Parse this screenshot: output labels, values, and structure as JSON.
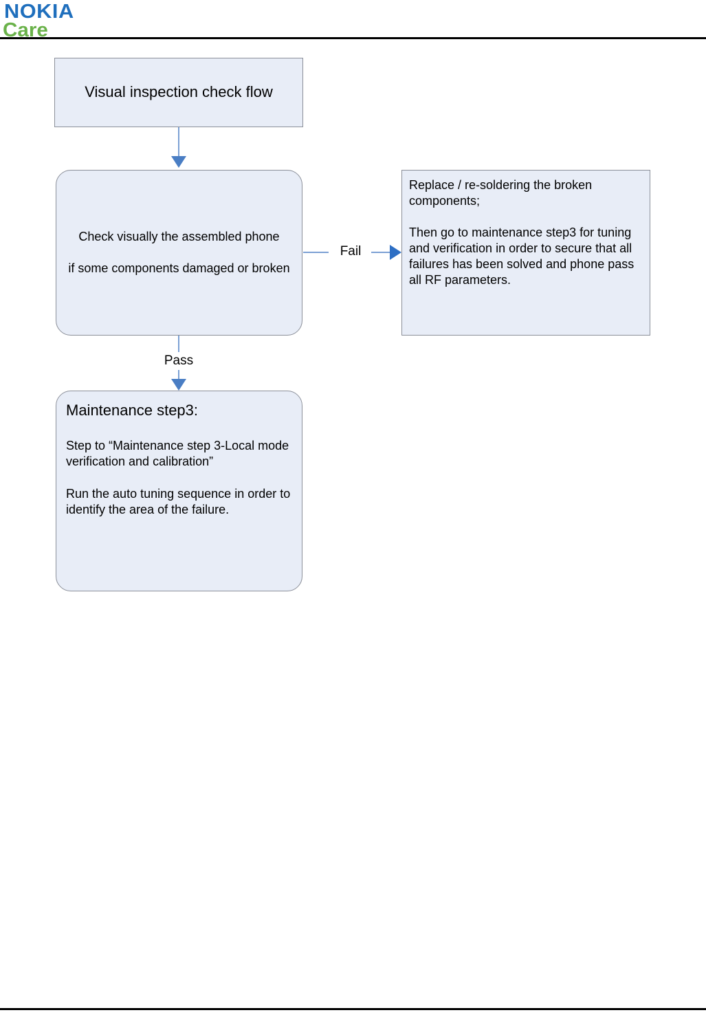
{
  "brand": {
    "line1": "NOKIA",
    "line2": "Care",
    "nokia_color": "#1f6fbd",
    "care_color": "#6ab24a"
  },
  "flow": {
    "start": {
      "label": "Visual inspection check flow"
    },
    "check": {
      "label": "Check visually the assembled phone\n\nif some components damaged or broken"
    },
    "replace": {
      "label": "Replace / re-soldering the broken components;\n\nThen go to maintenance step3 for tuning and verification in order to secure that all failures has been solved and phone pass all RF parameters."
    },
    "step3": {
      "heading": "Maintenance step3:",
      "body": "Step to “Maintenance step 3-Local mode verification and calibration”\n\nRun the auto tuning sequence in order to identify the area of the failure."
    },
    "edges": {
      "fail_label": "Fail",
      "pass_label": "Pass"
    },
    "colors": {
      "node_fill": "#e8edf7",
      "node_border": "#8b8f99",
      "connector_line": "#7ba0d4",
      "arrow_head": "#4a7ec4"
    }
  }
}
